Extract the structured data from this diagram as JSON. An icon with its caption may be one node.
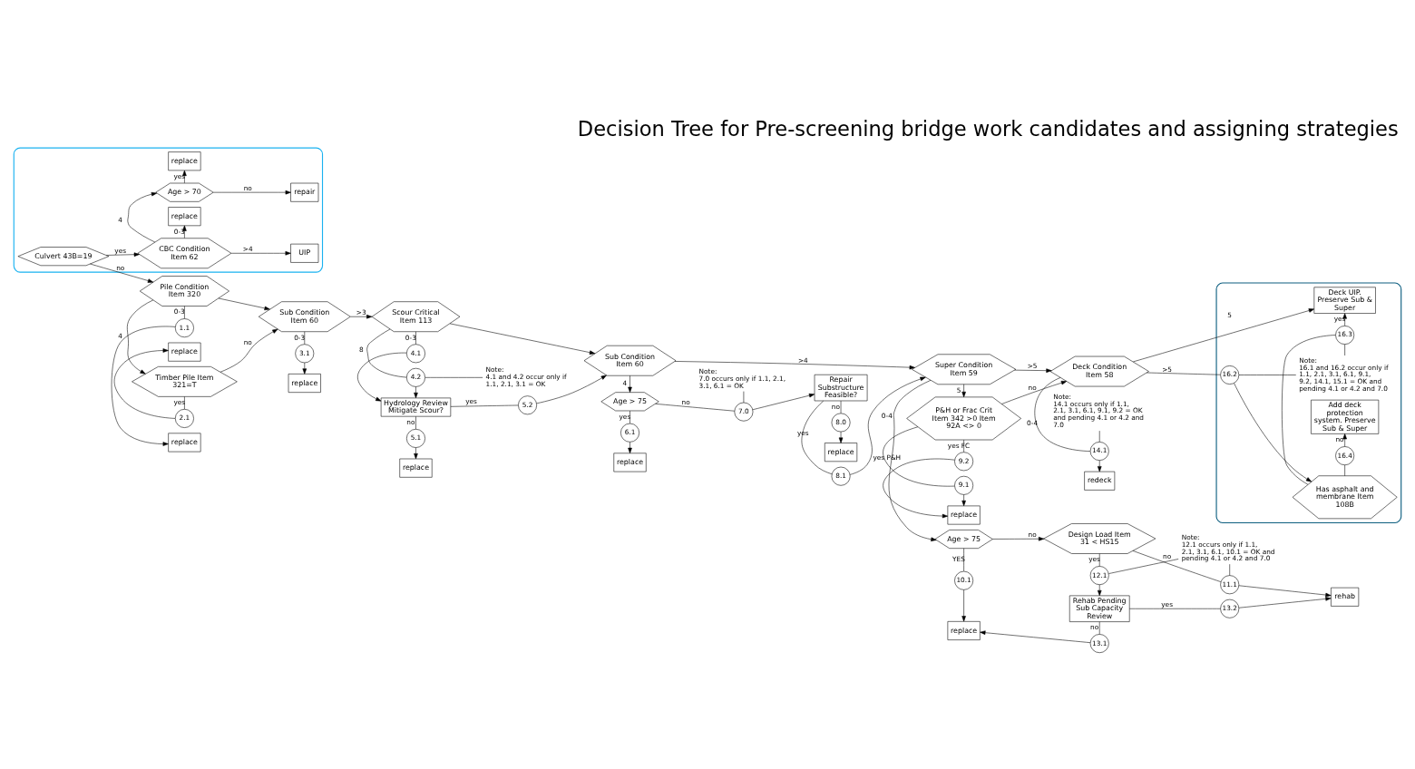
{
  "diagram": {
    "title": "Decision Tree for Pre-screening bridge work candidates and assigning strategies",
    "nodes": [
      {
        "text": [],
        "shape": "cloud"
      },
      {
        "text": [
          "Culvert 43B=19"
        ],
        "in": 0
      },
      {
        "text": [
          "CBC Condition Item 62"
        ],
        "in": 0
      },
      {
        "text": [
          "replace"
        ],
        "in": 0
      },
      {
        "text": [
          "UIP"
        ],
        "in": 0
      },
      {
        "text": [
          "Age > 70"
        ],
        "in": 0
      },
      {
        "text": [
          "repair"
        ],
        "in": 0
      },
      {
        "text": [
          "replace"
        ],
        "in": 0
      },
      {
        "text": [
          "Pile Condition Item 320"
        ]
      },
      {
        "text": [
          "1.1"
        ]
      },
      {
        "text": [
          "replace"
        ]
      },
      {
        "text": [
          "Timber Pile Item 321=T"
        ]
      },
      {
        "text": [
          "2.1"
        ]
      },
      {
        "text": [
          "replace"
        ]
      },
      {
        "text": [
          "Sub Condition Item 60"
        ]
      },
      {
        "text": [
          "3.1"
        ]
      },
      {
        "text": [
          "replace"
        ]
      },
      {
        "text": [
          "Scour Critical Item 113"
        ]
      },
      {
        "text": [
          "4.1"
        ]
      },
      {
        "text": [
          "4.2"
        ]
      },
      {
        "text": [
          "Hydrology Review Mitigate Scour?"
        ]
      },
      {
        "text": [
          "5.1"
        ]
      },
      {
        "text": [
          "replace"
        ]
      },
      {
        "text": [
          "5.2"
        ]
      },
      {
        "text": [
          "Note:",
          "4.1 and 4.2 occur only if 1.1, 2.1, 3.1 = OK"
        ]
      },
      {
        "text": [
          "Sub Condition Item 60"
        ]
      },
      {
        "text": [
          "Age > 75"
        ]
      },
      {
        "text": [
          "6.1"
        ]
      },
      {
        "text": [
          "replace"
        ]
      },
      {
        "text": [
          "7.0"
        ]
      },
      {
        "text": [
          "Repair Substructure Feasible?"
        ]
      },
      {
        "text": [
          "8.1"
        ]
      },
      {
        "text": [
          "8.0"
        ]
      },
      {
        "text": [
          "replace"
        ]
      },
      {
        "text": [
          "Note:",
          "7.0 occurs only if 1.1, 2.1, 3.1, 6.1 = OK"
        ]
      },
      {
        "text": [
          "Super Condition Item 59"
        ]
      },
      {
        "text": [
          "Age > 75"
        ]
      },
      {
        "text": [
          "10.1"
        ]
      },
      {
        "text": [
          "replace"
        ]
      },
      {
        "text": [
          "P&H or Frac Crit Item 342 >0 Item 92A <> 0"
        ]
      },
      {
        "text": [
          "9.1"
        ]
      },
      {
        "text": [
          "9.2"
        ]
      },
      {
        "text": [
          "replace"
        ]
      },
      {
        "text": [
          "Design Load Item 31 < HS15"
        ]
      },
      {
        "text": [
          "12.1"
        ]
      },
      {
        "text": [
          "Rehab Pending Sub Capacity Review"
        ]
      },
      {
        "text": [
          "13.1"
        ]
      },
      {
        "text": [
          "13.2"
        ]
      },
      {
        "text": [
          "11.1"
        ]
      },
      {
        "text": [
          "rehab"
        ]
      },
      {
        "text": [
          "Note:",
          "12.1 occurs only if 1.1, 2.1, 3.1, 6.1, 10.1 = OK and pending 4.1 or 4.2 and 7.0"
        ]
      },
      {
        "text": [
          "Deck Condition Item 58"
        ]
      },
      {
        "text": [
          "14.1"
        ]
      },
      {
        "text": [
          "redeck"
        ]
      },
      {
        "text": [
          "Note:",
          "14.1 occurs only if 1.1, 2.1, 3.1, 6.1, 9.1, 9.2 = OK and pending 4.1 or 4.2 and 7.0"
        ]
      },
      {
        "text": [],
        "shape": "cloud"
      },
      {
        "text": [
          "16.2"
        ],
        "in": 55
      },
      {
        "text": [
          "Has asphalt and membrane Item 108B"
        ],
        "in": 55
      },
      {
        "text": [
          "16.4"
        ],
        "in": 55
      },
      {
        "text": [
          "Add deck protection system. Preserve Sub & Super"
        ],
        "in": 55
      },
      {
        "text": [
          "16.3"
        ],
        "in": 55
      },
      {
        "text": [
          "Deck UIP. Preserve Sub & Super"
        ],
        "in": 55
      },
      {
        "text": [
          "Note:",
          "16.1 and 16.2 occur only if 1.1, 2.1, 3.1, 6.1, 9.1, 9.2, 14.1, 15.1 = OK and pending 4.1 or 4.2 and 7.0"
        ],
        "in": 55
      }
    ],
    "edges": [
      {
        "from": 1,
        "to": 2,
        "arrow": "to",
        "label": "yes"
      },
      {
        "from": 1,
        "to": 8,
        "arrow": "to",
        "label": "no"
      },
      {
        "from": 2,
        "to": 3,
        "arrow": "to",
        "label": "0-3"
      },
      {
        "from": 2,
        "to": 4,
        "arrow": "to",
        "label": ">4"
      },
      {
        "from": 2,
        "to": 5,
        "arrow": "to",
        "label": "4"
      },
      {
        "from": 5,
        "to": 6,
        "arrow": "to",
        "label": "no"
      },
      {
        "from": 5,
        "to": 7,
        "arrow": "to",
        "label": "yes"
      },
      {
        "from": 8,
        "to": 9,
        "arrow": "none",
        "label": "0-3"
      },
      {
        "from": 9,
        "to": 10,
        "arrow": "to"
      },
      {
        "from": 8,
        "to": 11,
        "arrow": "to",
        "label": "4"
      },
      {
        "from": 11,
        "to": 12,
        "arrow": "none",
        "label": "yes"
      },
      {
        "from": 12,
        "to": 13,
        "arrow": "to"
      },
      {
        "from": 11,
        "to": 14,
        "arrow": "to",
        "label": "no"
      },
      {
        "from": 8,
        "to": 14,
        "arrow": "to"
      },
      {
        "from": 14,
        "to": 15,
        "arrow": "none",
        "label": "0-3"
      },
      {
        "from": 15,
        "to": 16,
        "arrow": "to"
      },
      {
        "from": 14,
        "to": 17,
        "arrow": "to",
        "label": ">3"
      },
      {
        "from": 17,
        "to": 18,
        "arrow": "none",
        "label": "0-3"
      },
      {
        "from": 18,
        "to": 20,
        "arrow": "to"
      },
      {
        "from": 17,
        "to": 19,
        "arrow": "none",
        "label": "8"
      },
      {
        "from": 19,
        "to": 20,
        "arrow": "to"
      },
      {
        "from": 20,
        "to": 21,
        "arrow": "none",
        "label": "no"
      },
      {
        "from": 21,
        "to": 22,
        "arrow": "to"
      },
      {
        "from": 20,
        "to": 23,
        "arrow": "none",
        "label": "yes"
      },
      {
        "from": 23,
        "to": 25,
        "arrow": "to"
      },
      {
        "from": 17,
        "to": 25,
        "arrow": "to"
      },
      {
        "from": 24,
        "to": 19,
        "arrow": "none"
      },
      {
        "from": 25,
        "to": 26,
        "arrow": "to",
        "label": "4"
      },
      {
        "from": 25,
        "to": 35,
        "arrow": "to",
        "label": ">4"
      },
      {
        "from": 26,
        "to": 27,
        "arrow": "none",
        "label": "yes"
      },
      {
        "from": 27,
        "to": 28,
        "arrow": "to"
      },
      {
        "from": 26,
        "to": 29,
        "arrow": "none",
        "label": "no"
      },
      {
        "from": 29,
        "to": 30,
        "arrow": "to"
      },
      {
        "from": 30,
        "to": 31,
        "arrow": "none",
        "label": "yes"
      },
      {
        "from": 31,
        "to": 35,
        "arrow": "to"
      },
      {
        "from": 30,
        "to": 32,
        "arrow": "none",
        "label": "no"
      },
      {
        "from": 32,
        "to": 33,
        "arrow": "to"
      },
      {
        "from": 34,
        "to": 29,
        "arrow": "none"
      },
      {
        "from": 35,
        "to": 36,
        "arrow": "to",
        "label": "0-4"
      },
      {
        "from": 35,
        "to": 39,
        "arrow": "to",
        "label": "5"
      },
      {
        "from": 35,
        "to": 51,
        "arrow": "to",
        "label": ">5"
      },
      {
        "from": 36,
        "to": 37,
        "arrow": "none",
        "label": "YES"
      },
      {
        "from": 37,
        "to": 38,
        "arrow": "to"
      },
      {
        "from": 36,
        "to": 43,
        "arrow": "to",
        "label": "no"
      },
      {
        "from": 39,
        "to": 40,
        "arrow": "none",
        "label": "yes P&H"
      },
      {
        "from": 40,
        "to": 42,
        "arrow": "to"
      },
      {
        "from": 39,
        "to": 41,
        "arrow": "none",
        "label": "yes FC"
      },
      {
        "from": 41,
        "to": 42,
        "arrow": "to"
      },
      {
        "from": 39,
        "to": 51,
        "arrow": "to",
        "label": "no"
      },
      {
        "from": 43,
        "to": 44,
        "arrow": "none",
        "label": "yes"
      },
      {
        "from": 44,
        "to": 45,
        "arrow": "to"
      },
      {
        "from": 43,
        "to": 48,
        "arrow": "none",
        "label": "no"
      },
      {
        "from": 48,
        "to": 49,
        "arrow": "to"
      },
      {
        "from": 45,
        "to": 46,
        "arrow": "none",
        "label": "no"
      },
      {
        "from": 46,
        "to": 38,
        "arrow": "to"
      },
      {
        "from": 45,
        "to": 47,
        "arrow": "none",
        "label": "yes"
      },
      {
        "from": 47,
        "to": 49,
        "arrow": "to"
      },
      {
        "from": 50,
        "to": 44,
        "arrow": "none"
      },
      {
        "from": 50,
        "to": 48,
        "arrow": "none"
      },
      {
        "from": 51,
        "to": 52,
        "arrow": "none",
        "label": "0-4"
      },
      {
        "from": 52,
        "to": 53,
        "arrow": "to"
      },
      {
        "from": 54,
        "to": 52,
        "arrow": "none"
      },
      {
        "from": 51,
        "to": 56,
        "arrow": "none",
        "label": ">5"
      },
      {
        "from": 56,
        "to": 57,
        "arrow": "to"
      },
      {
        "from": 57,
        "to": 58,
        "arrow": "none"
      },
      {
        "from": 58,
        "to": 59,
        "arrow": "to",
        "label": "no"
      },
      {
        "from": 57,
        "to": 60,
        "arrow": "none"
      },
      {
        "from": 60,
        "to": 61,
        "arrow": "to",
        "label": "yes"
      },
      {
        "from": 51,
        "to": 61,
        "arrow": "to",
        "label": "5"
      },
      {
        "from": 62,
        "to": 56,
        "arrow": "none"
      },
      {
        "from": 62,
        "to": 60,
        "arrow": "none"
      }
    ]
  }
}
